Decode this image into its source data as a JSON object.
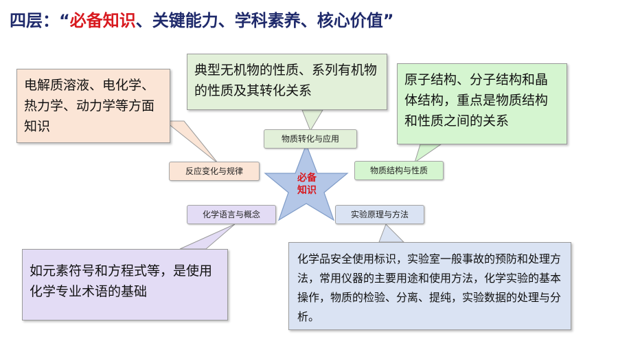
{
  "title": {
    "prefix": "四层：“",
    "highlight": "必备知识",
    "suffix": "、关键能力、学科素养、核心价值”"
  },
  "center": {
    "line1": "必备",
    "line2": "知识"
  },
  "labels": {
    "top": "物质转化与应用",
    "left": "反应变化与规律",
    "right": "物质结构与性质",
    "bottom_left": "化学语言与概念",
    "bottom_right": "实验原理与方法"
  },
  "callouts": {
    "top": "典型无机物的性质、系列有机物的性质及其转化关系",
    "left": "电解质溶液、电化学、热力学、动力学等方面知识",
    "right": "原子结构、分子结构和晶体结构，重点是物质结构和性质之间的关系",
    "bottom_left": "如元素符号和方程式等，是使用化学专业术语的基础",
    "bottom_right": "化学品安全使用标识，实验室一般事故的预防和处理方法，常用仪器的主要用途和使用方法，化学实验的基本操作，物质的检验、分离、提纯，实验数据的处理与分析。"
  },
  "colors": {
    "title": "#1f2a6b",
    "highlight": "#d8191f",
    "peach": "#fbe5d6",
    "mint": "#e2f0d9",
    "green": "#d5f5d0",
    "lavender": "#e3dcf5",
    "lightblue": "#dae3f3",
    "star": "#b4c7e7"
  }
}
